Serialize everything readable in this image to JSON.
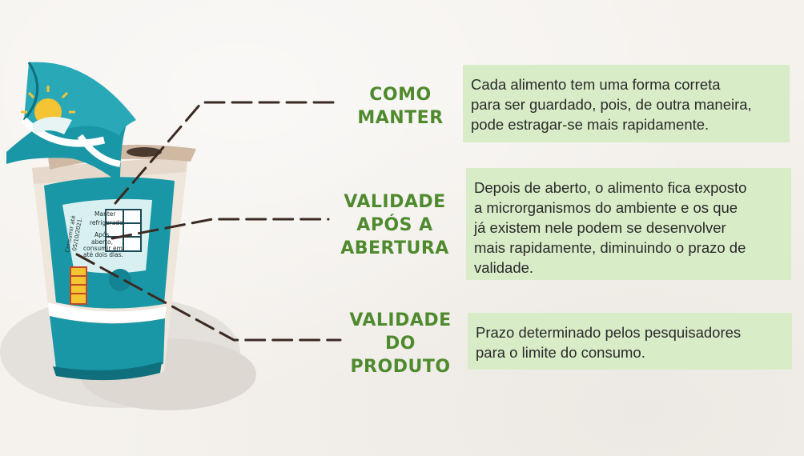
{
  "labels": {
    "como_manter": [
      "COMO",
      "MANTER"
    ],
    "validade_apos": [
      "VALIDADE",
      "APÓS A",
      "ABERTURA"
    ],
    "validade_produto": [
      "VALIDADE",
      "DO",
      "PRODUTO"
    ]
  },
  "boxes": {
    "como_manter": [
      "Cada alimento tem uma forma correta",
      "para ser guardado, pois, de outra maneira,",
      "pode estragar-se mais rapidamente."
    ],
    "validade_apos": [
      "Depois de aberto, o alimento fica exposto",
      "a microrganismos do ambiente e os que",
      "já existem nele podem se desenvolver",
      "mais rapidamente, diminuindo o prazo de",
      "validade."
    ],
    "validade_produto": [
      "Prazo determinado pelos pesquisadores",
      "para o limite do consumo."
    ]
  },
  "cup_label": {
    "manter": "Manter",
    "refrigerado": "refrigerado.",
    "apos": "Após",
    "aberto": "aberto,",
    "consumir_em": "consumir em",
    "ate_dias": "até dois dias.",
    "consumir_ate": "Consumir até",
    "data": "05/10/2021."
  },
  "colors": {
    "label_green": "#4f8a2e",
    "box_green": "#d9ecc8",
    "teal": "#1a97a6",
    "leader": "#3a2a22"
  }
}
